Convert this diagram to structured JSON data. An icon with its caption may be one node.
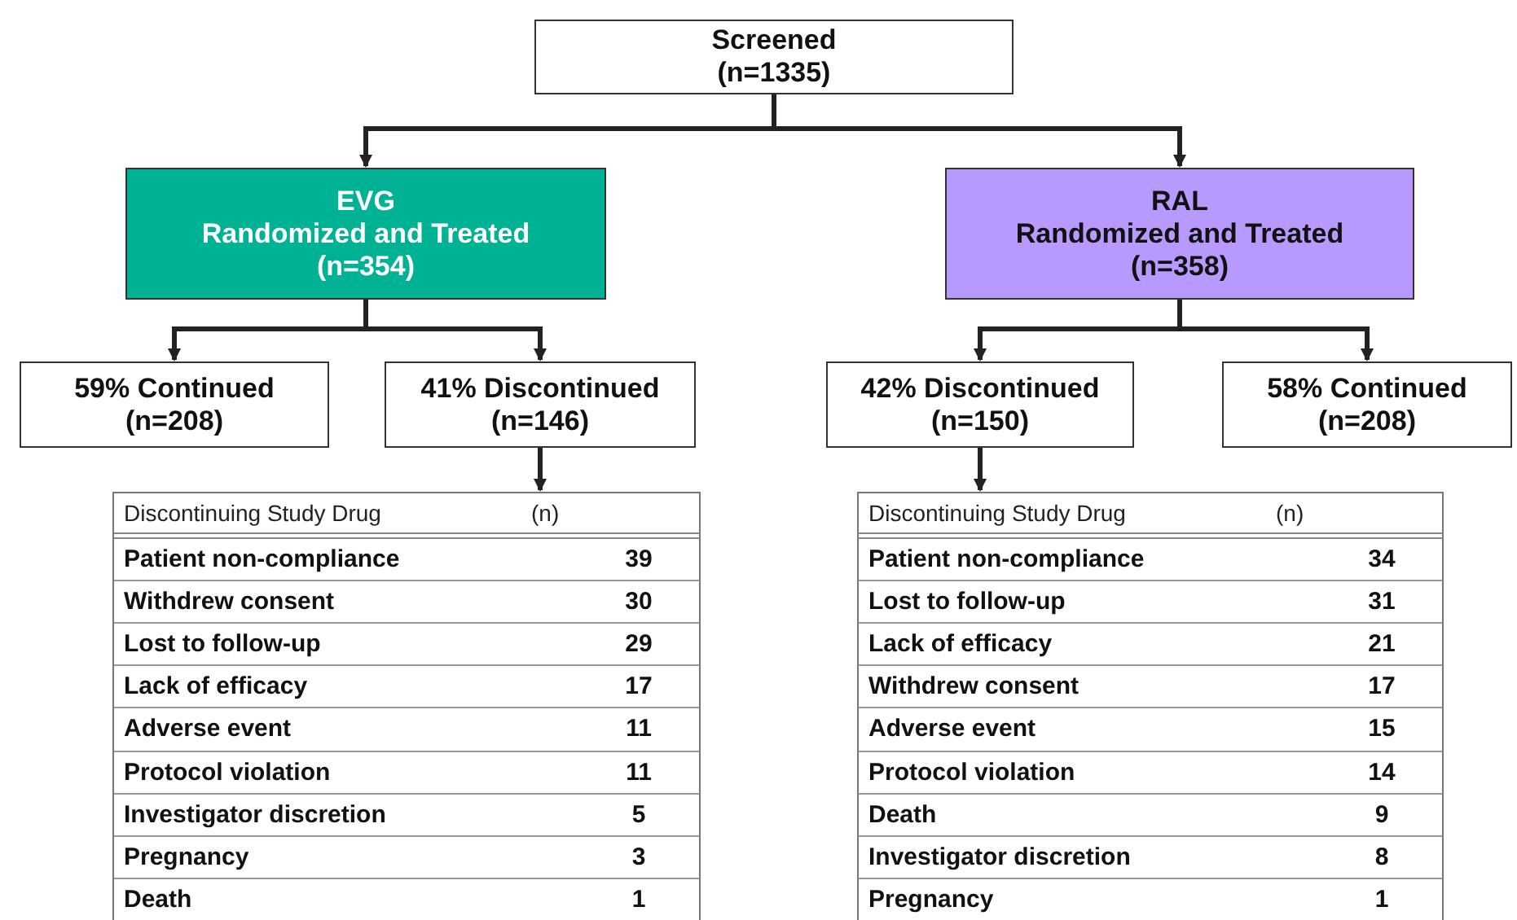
{
  "diagram": {
    "nodes": [
      {
        "text": [
          "Screened",
          "(n=1335)"
        ]
      },
      {
        "text": [
          "EVG",
          "Randomized and Treated",
          "(n=354)"
        ]
      },
      {
        "text": [
          "RAL",
          "Randomized and Treated",
          "(n=358)"
        ]
      },
      {
        "text": [
          "59% Continued",
          "(n=208)"
        ]
      },
      {
        "text": [
          "41% Discontinued",
          "(n=146)"
        ]
      },
      {
        "text": [
          "42% Discontinued",
          "(n=150)"
        ]
      },
      {
        "text": [
          "58% Continued",
          "(n=208)"
        ]
      },
      {
        "text": [
          "Discontinuing Study Drug",
          "(n)",
          "Patient non-compliance",
          "39",
          "Withdrew consent",
          "30",
          "Lost to follow-up",
          "29",
          "Lack of efficacy",
          "17",
          "Adverse event",
          "11",
          "Protocol violation",
          "11",
          "Investigator discretion",
          "5",
          "Pregnancy",
          "3",
          "Death",
          "1"
        ]
      },
      {
        "text": [
          "Discontinuing Study Drug",
          "(n)",
          "Patient non-compliance",
          "34",
          "Lost to follow-up",
          "31",
          "Lack of efficacy",
          "21",
          "Withdrew consent",
          "17",
          "Adverse event",
          "15",
          "Protocol violation",
          "14",
          "Death",
          "9",
          "Investigator discretion",
          "8",
          "Pregnancy",
          "1"
        ]
      }
    ],
    "edges": [
      {
        "from": 0,
        "to": 1,
        "arrow": "to"
      },
      {
        "from": 0,
        "to": 2,
        "arrow": "to"
      },
      {
        "from": 1,
        "to": 3,
        "arrow": "to"
      },
      {
        "from": 1,
        "to": 4,
        "arrow": "to"
      },
      {
        "from": 2,
        "to": 5,
        "arrow": "to"
      },
      {
        "from": 2,
        "to": 6,
        "arrow": "to"
      },
      {
        "from": 4,
        "to": 7,
        "arrow": "to"
      },
      {
        "from": 5,
        "to": 8,
        "arrow": "to"
      }
    ]
  }
}
